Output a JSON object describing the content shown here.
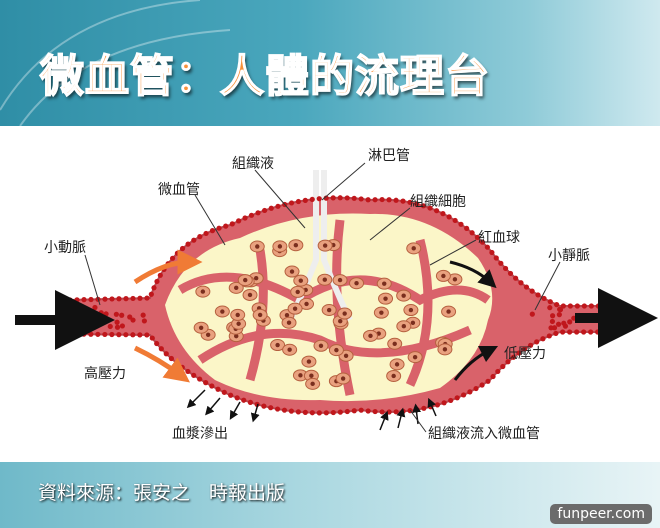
{
  "title": "微血管：人體的流理台",
  "labels": {
    "tissue_fluid": "組織液",
    "lymph": "淋巴管",
    "capillary": "微血管",
    "tissue_cell": "組織細胞",
    "rbc": "紅血球",
    "arteriole": "小動脈",
    "venule": "小靜脈",
    "high_pressure": "高壓力",
    "low_pressure": "低壓力",
    "plasma_out": "血漿滲出",
    "fluid_in": "組織液流入微血管"
  },
  "footer": {
    "source": "資料來源：張安之　時報出版",
    "brand": "funpeer.com"
  },
  "colors": {
    "vessel": "#d9626a",
    "rbc": "#c0171c",
    "fluid": "#fbf6c8",
    "cell": "#e9a17f",
    "arrow": "#f07b35"
  }
}
